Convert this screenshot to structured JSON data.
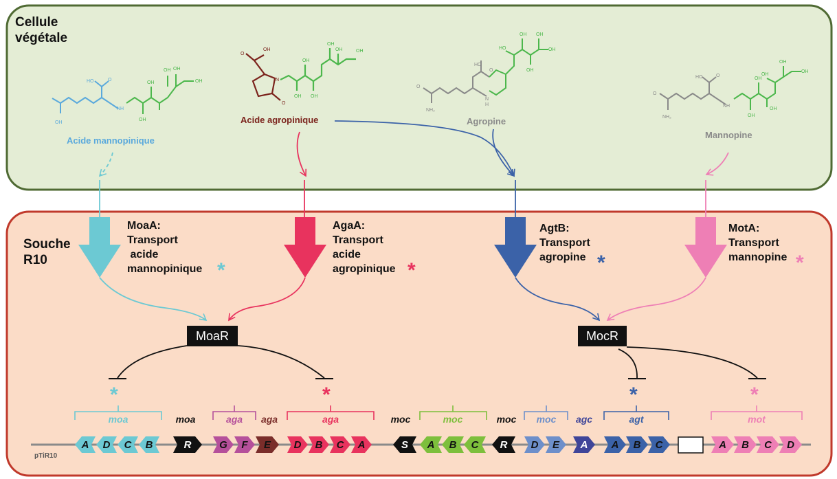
{
  "compartments": {
    "plant_cell": "Cellule\nvégétale",
    "strain": "Souche\nR10"
  },
  "plasmid_label": "pTiR10",
  "colors": {
    "moa": "#6cc9d3",
    "aga": "#e8335e",
    "agt": "#3b62a8",
    "mot": "#ee7fb5",
    "acid_agropinic": "#7b231c",
    "green": "#4cb74c",
    "moc_green": "#7dbf3c",
    "moc_blue": "#6d8fca",
    "grey": "#8a8a8a",
    "E_aga": "#7a2d2a",
    "agc": "#3f4599",
    "aga_purple": "#b5509b"
  },
  "molecules": {
    "acide_mannopinique": "Acide mannopinique",
    "acide_agropinique": "Acide agropinique",
    "agropine": "Agropine",
    "mannopine": "Mannopine"
  },
  "chem_labels": {
    "HO": "HO",
    "OH": "OH",
    "O": "O",
    "N": "N",
    "NH": "NH",
    "NH2": "NH₂",
    "H": "H"
  },
  "transporters": {
    "moaA": "MoaA:\nTransport\n acide\nmannopinique",
    "agaA": "AgaA:\nTransport\nacide\nagropinique",
    "agtB": "AgtB:\nTransport\nagropine",
    "motA": "MotA:\nTransport\nmannopine"
  },
  "star": "*",
  "regulators": {
    "moaR": "MoaR",
    "mocR": "MocR"
  },
  "operons": {
    "moa": "moa",
    "aga": "aga",
    "moc": "moc",
    "agt": "agt",
    "mot": "mot",
    "agc": "agc"
  },
  "genes": {
    "moa": [
      "A",
      "D",
      "C",
      "B"
    ],
    "moaR": "R",
    "aga_purple": [
      "G",
      "F"
    ],
    "aga_E": "E",
    "aga_red": [
      "D",
      "B",
      "C",
      "A"
    ],
    "moc_S": "S",
    "moc_green": [
      "A",
      "B",
      "C"
    ],
    "mocR": "R",
    "moc_blue": [
      "D",
      "E"
    ],
    "agc": "A",
    "agt": [
      "A",
      "B",
      "C"
    ],
    "mot": [
      "A",
      "B",
      "C",
      "D"
    ]
  }
}
